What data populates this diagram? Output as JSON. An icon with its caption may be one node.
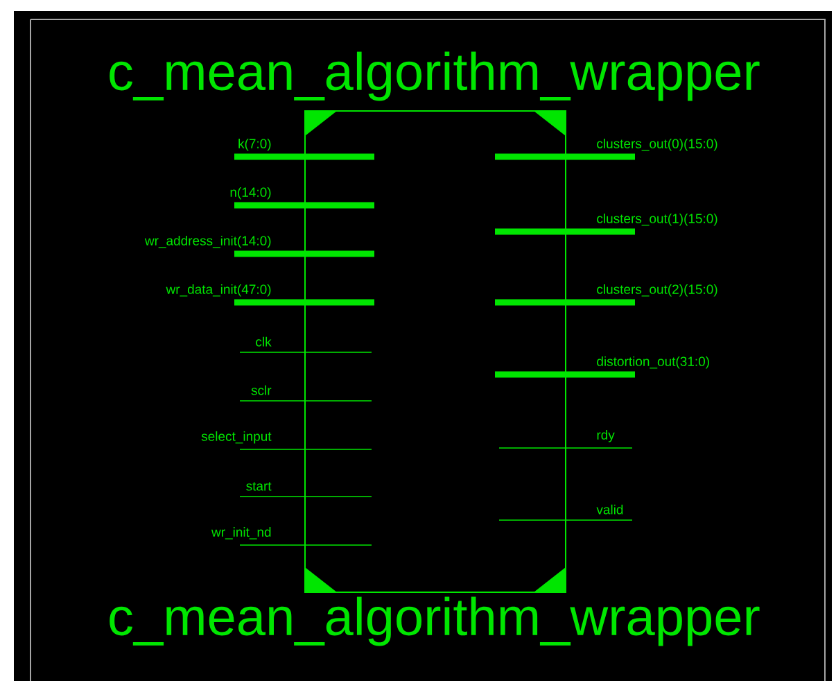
{
  "diagram": {
    "nodes": [
      {
        "text": [
          "c_mean_algorithm_wrapper",
          "c_mean_algorithm_wrapper"
        ]
      }
    ],
    "edges": [],
    "labels": [
      "k(7:0)",
      "n(14:0)",
      "wr_address_init(14:0)",
      "wr_data_init(47:0)",
      "clk",
      "sclr",
      "select_input",
      "start",
      "wr_init_nd",
      "clusters_out(0)(15:0)",
      "clusters_out(1)(15:0)",
      "clusters_out(2)(15:0)",
      "distortion_out(31:0)",
      "rdy",
      "valid"
    ]
  }
}
